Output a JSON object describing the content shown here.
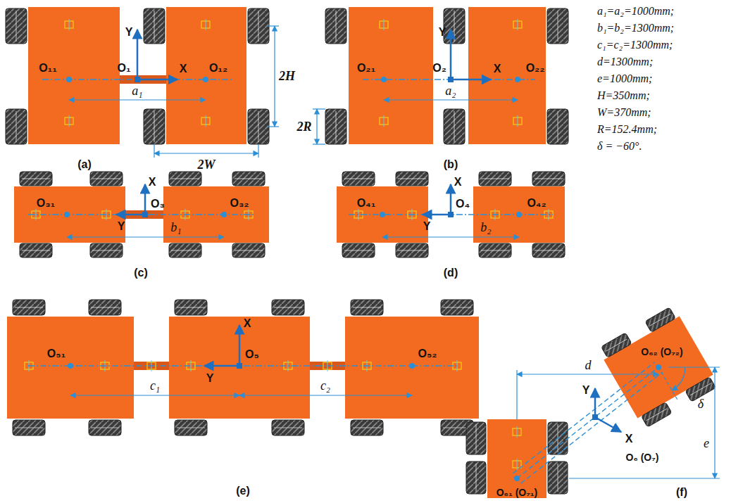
{
  "diagram": {
    "labels": [
      "O₁₁",
      "O₁",
      "Y",
      "X",
      "O₁₂",
      "a₁",
      "2H",
      "2W",
      "(a)",
      "O₂₁",
      "O₂",
      "Y",
      "X",
      "O₂₂",
      "a₂",
      "2R",
      "(b)",
      "a₁=a₂=1000mm;",
      "b₁=b₂=1300mm;",
      "c₁=c₂=1300mm;",
      "d=1300mm;",
      "e=1000mm;",
      "H=350mm;",
      "W=370mm;",
      "R=152.4mm;",
      "δ = −60°.",
      "O₃₁",
      "O₃",
      "X",
      "Y",
      "O₃₂",
      "b₁",
      "(c)",
      "O₄₁",
      "O₄",
      "X",
      "Y",
      "O₄₂",
      "b₂",
      "(d)",
      "O₅₁",
      "c₁",
      "X",
      "Y",
      "O₅",
      "c₂",
      "O₅₂",
      "(e)",
      "d",
      "O₆₂ (O₇₂)",
      "δ",
      "Y",
      "X",
      "O₆ (O₇)",
      "e",
      "O₆₁ (O₇₁)",
      "(f)"
    ]
  }
}
